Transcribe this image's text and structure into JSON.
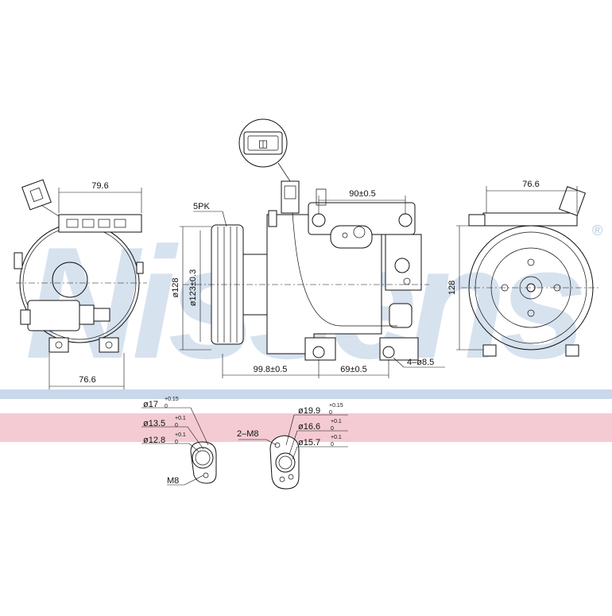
{
  "watermark": {
    "brand_text": "Nissens",
    "registered_mark": "®",
    "band_top_color": "#c9d8ea",
    "band_bottom_color": "#f4cbd3",
    "watermark_color": "#b7cbe3"
  },
  "connector": {
    "plug_symbol": "◫"
  },
  "side_view_left": {
    "top_width": "79.6",
    "bottom_width": "76.6"
  },
  "side_view_center": {
    "pulley_label": "5PK",
    "outer_diameter": "ø128",
    "pulley_diameter": "ø123±0.3",
    "top_spacing": "90±0.5",
    "bottom_spacing_1": "99.8±0.5",
    "bottom_spacing_2": "69±0.5",
    "mount_holes": "4–ø8.5"
  },
  "side_view_right": {
    "top_width": "76.6",
    "height": "128"
  },
  "port_left": {
    "d1": "ø17",
    "d1_tol_top": "+0.15",
    "d1_tol_bot": "0",
    "d2": "ø13.5",
    "d2_tol_top": "+0.1",
    "d2_tol_bot": "0",
    "d3": "ø12.8",
    "d3_tol_top": "+0.1",
    "d3_tol_bot": "0",
    "thread": "M8"
  },
  "port_right": {
    "thread": "2–M8",
    "d1": "ø19.9",
    "d1_tol_top": "+0.15",
    "d1_tol_bot": "0",
    "d2": "ø16.6",
    "d2_tol_top": "+0.1",
    "d2_tol_bot": "0",
    "d3": "ø15.7",
    "d3_tol_top": "+0.1",
    "d3_tol_bot": "0"
  }
}
